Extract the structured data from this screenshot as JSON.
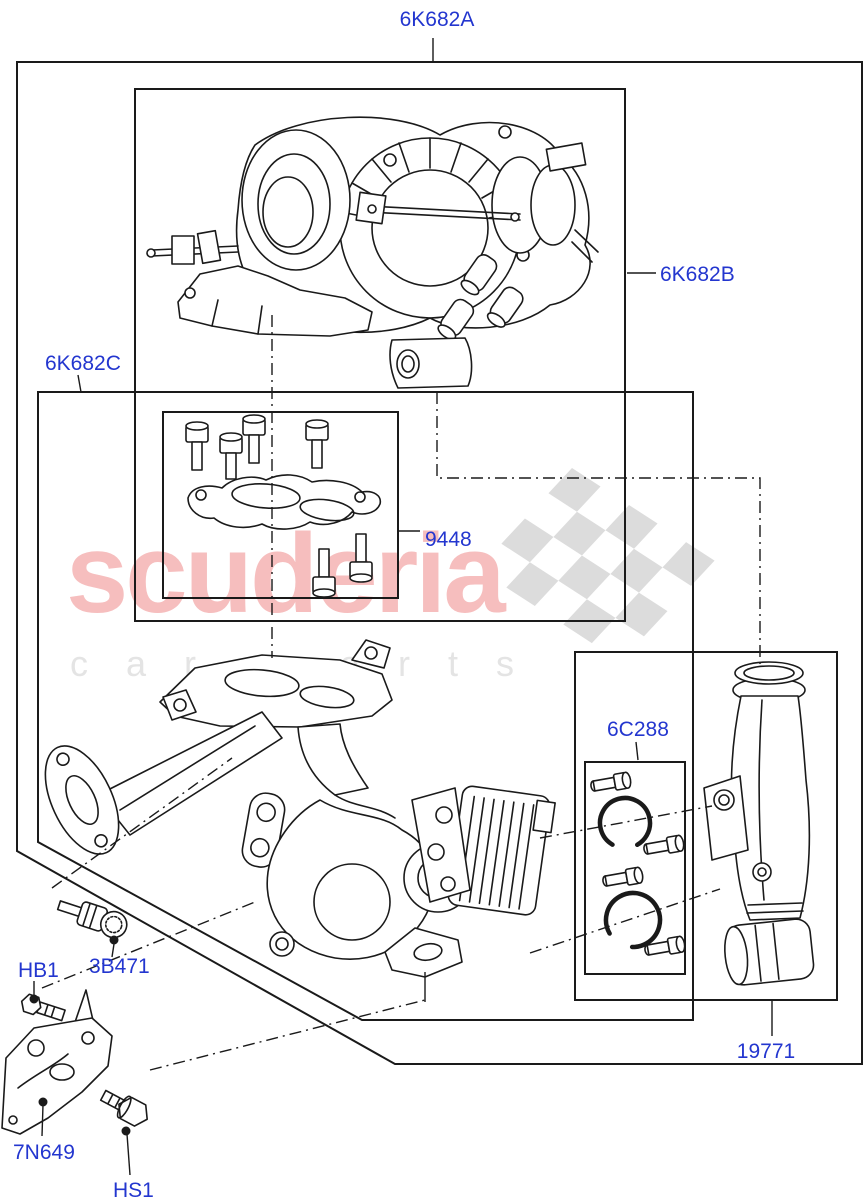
{
  "watermark": {
    "brand": "scuderia",
    "tagline": "car parts"
  },
  "colors": {
    "callout": "#2336cf",
    "line": "#1a1a1a",
    "watermark_brand": "#f6bebe",
    "watermark_tagline": "#e4e4e4",
    "watermark_flag": "#dcdcdc",
    "background": "#ffffff"
  },
  "callouts": {
    "assembly": "6K682A",
    "turbocharger": "6K682B",
    "turbo_kit": "6K682C",
    "gasket_kit": "9448",
    "seal_kit": "6C288",
    "outlet_pipe": "19771",
    "bolt_hb1": "HB1",
    "sensor": "3B471",
    "bracket": "7N649",
    "bolt_hs1": "HS1"
  }
}
